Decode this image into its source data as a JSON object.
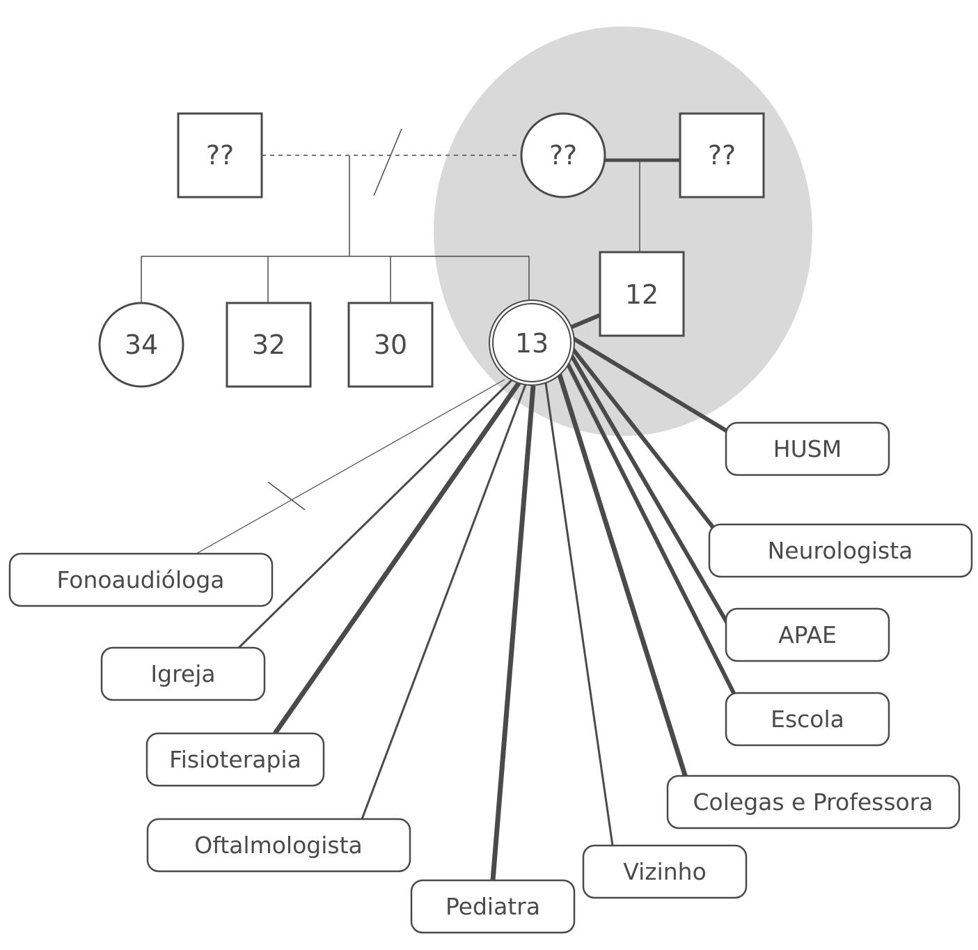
{
  "colors": {
    "line": "#4a4a4a",
    "highlight_region": "#d9d9d9"
  },
  "genogram": {
    "father": "??",
    "mother": "??",
    "stepfather": "??",
    "siblings": [
      {
        "label": "34",
        "shape": "circle"
      },
      {
        "label": "32",
        "shape": "square"
      },
      {
        "label": "30",
        "shape": "square"
      }
    ],
    "index_person": "13",
    "half_brother": "12"
  },
  "ecomap": {
    "connections": [
      {
        "label": "HUSM",
        "strength": "strong"
      },
      {
        "label": "Neurologista",
        "strength": "strong"
      },
      {
        "label": "APAE",
        "strength": "strong"
      },
      {
        "label": "Escola",
        "strength": "strong"
      },
      {
        "label": "Colegas e Professora",
        "strength": "strong"
      },
      {
        "label": "Vizinho",
        "strength": "moderate"
      },
      {
        "label": "Pediatra",
        "strength": "strong"
      },
      {
        "label": "Oftalmologista",
        "strength": "moderate"
      },
      {
        "label": "Fisioterapia",
        "strength": "strong"
      },
      {
        "label": "Igreja",
        "strength": "moderate"
      },
      {
        "label": "Fonoaudióloga",
        "strength": "broken"
      }
    ]
  }
}
